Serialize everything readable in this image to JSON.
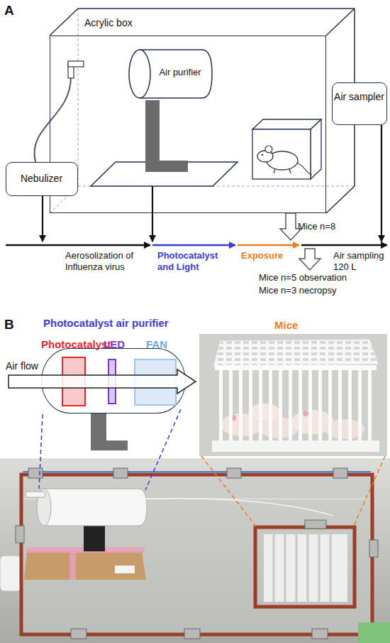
{
  "diagram": {
    "nodes": [
      {
        "text": [
          "Acrylic box"
        ]
      },
      {
        "text": [
          "Air purifier"
        ],
        "in": 0
      },
      {
        "text": [
          "Nebulizer"
        ]
      },
      {
        "text": [
          "Air sampler"
        ]
      },
      {
        "text": [
          "Photocatalyst air purifier"
        ]
      },
      {
        "text": [
          "Photocatalyst"
        ],
        "in": 4
      },
      {
        "text": [
          "LED"
        ],
        "in": 4
      },
      {
        "text": [
          "FAN"
        ],
        "in": 4
      },
      {
        "text": [
          "Mice"
        ]
      }
    ],
    "labels": [
      "A",
      "Aerosolization of Influenza virus",
      "Photocatalyst and Light",
      "Exposure",
      "Air sampling 120 L",
      "Mice n=8",
      "Mice n=5 observation",
      "Mice n=3 necropsy",
      "B",
      "Air flow"
    ]
  }
}
